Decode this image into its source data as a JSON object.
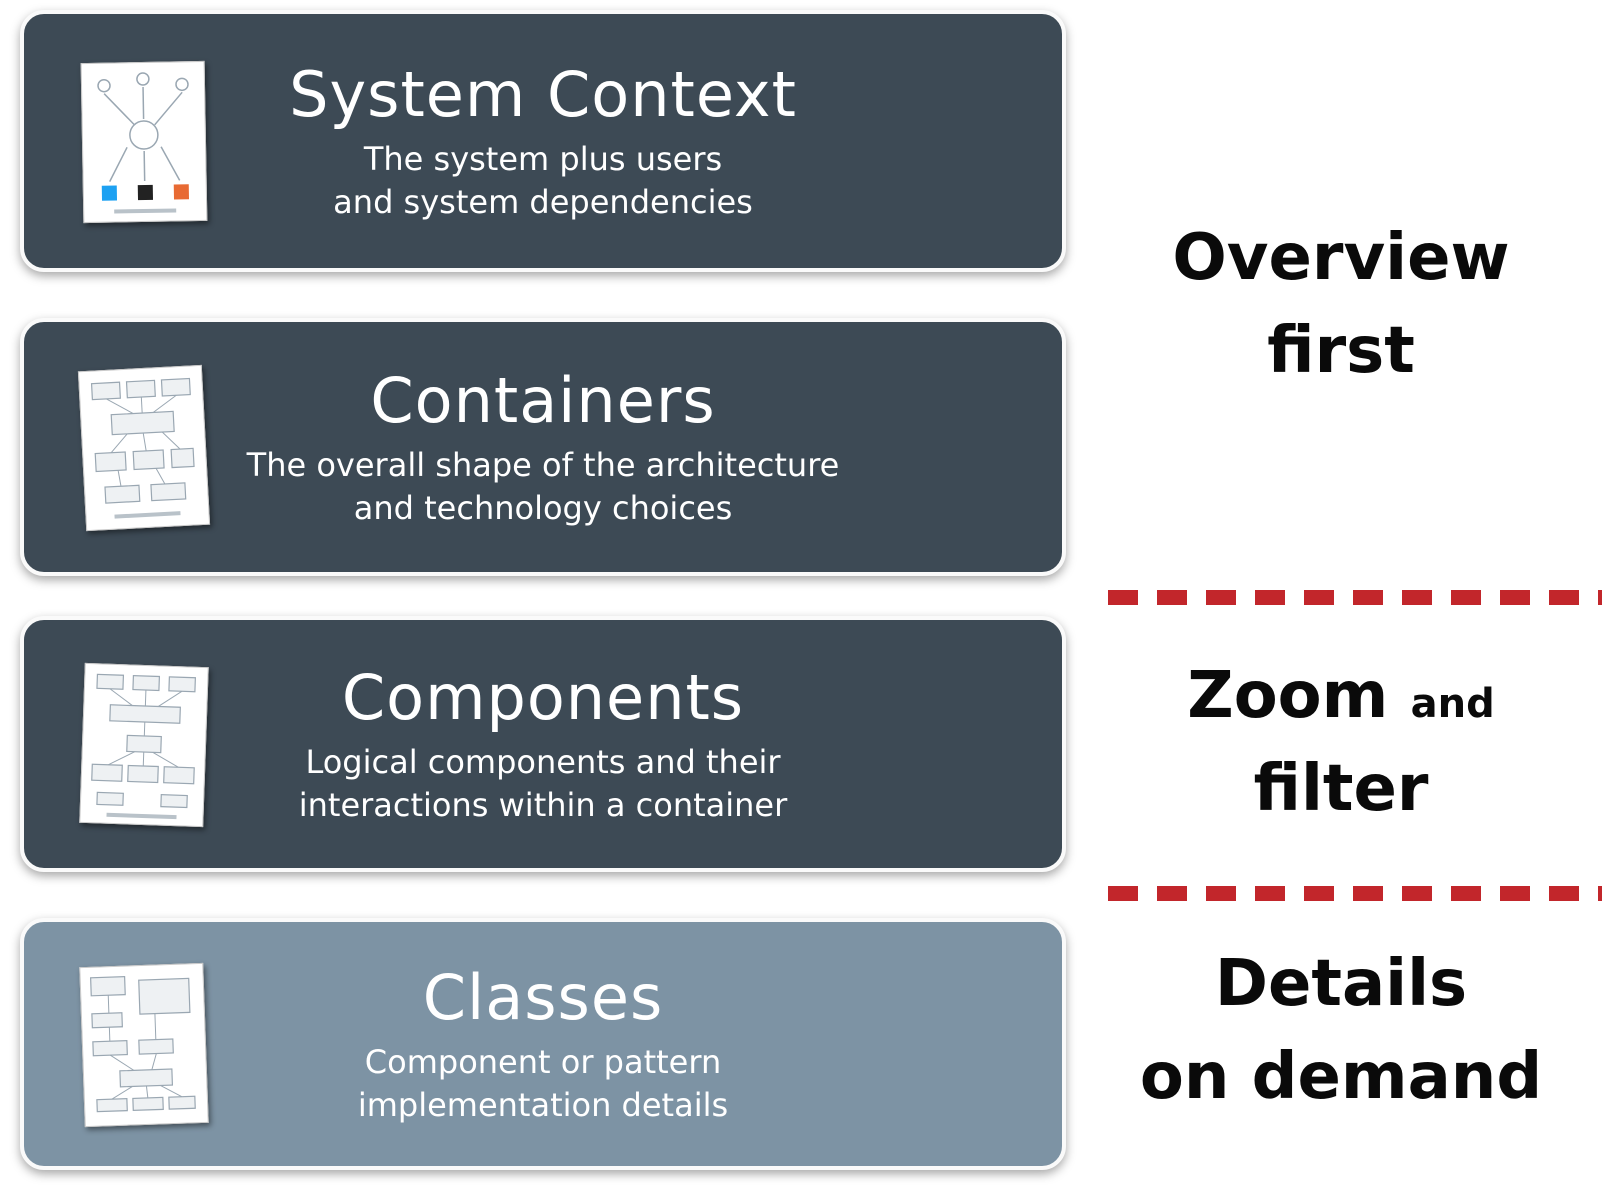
{
  "levels": [
    {
      "title": "System Context",
      "subtitle1": "The system plus users",
      "subtitle2": "and system dependencies"
    },
    {
      "title": "Containers",
      "subtitle1": "The overall shape of the architecture",
      "subtitle2": "and technology choices"
    },
    {
      "title": "Components",
      "subtitle1": "Logical components and their",
      "subtitle2": "interactions within a container"
    },
    {
      "title": "Classes",
      "subtitle1": "Component or pattern",
      "subtitle2": "implementation details"
    }
  ],
  "annotations": {
    "overview": {
      "line1": "Overview",
      "line2": "first"
    },
    "zoom": {
      "big": "Zoom",
      "small": "and",
      "line2": "filter"
    },
    "details": {
      "line1": "Details",
      "line2": "on demand"
    }
  },
  "colors": {
    "box_dark": "#3d4a55",
    "box_light": "#7d93a4",
    "divider_red": "#c2262b",
    "box_text": "#ffffff",
    "annotation_text": "#0a0a0a"
  }
}
